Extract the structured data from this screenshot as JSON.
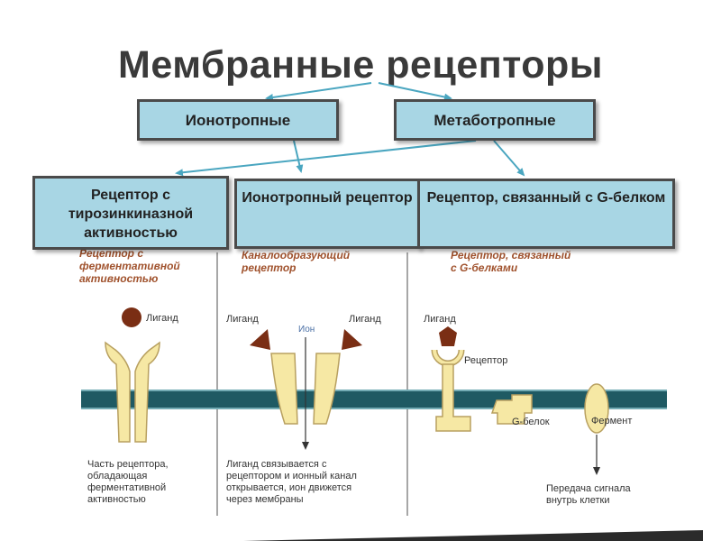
{
  "title": "Мембранные рецепторы",
  "top_boxes": [
    {
      "label": "Ионотропные"
    },
    {
      "label": "Метаботропные"
    }
  ],
  "bottom_boxes": [
    {
      "label": "Рецептор с тирозинкиназной активностью"
    },
    {
      "label": "Ионотропный рецептор"
    },
    {
      "label": "Рецептор, связанный с G-белком"
    }
  ],
  "figure": {
    "panel1": {
      "heading": [
        "Рецептор с",
        "ферментативной",
        "активностью"
      ],
      "ligand": "Лиганд",
      "caption": [
        "Часть рецептора,",
        "обладающая",
        "ферментативной",
        "активностью"
      ]
    },
    "panel2": {
      "heading": [
        "Каналообразующий",
        "рецептор"
      ],
      "ligand_left": "Лиганд",
      "ligand_right": "Лиганд",
      "ion": "Ион",
      "caption": [
        "Лиганд связывается с",
        "рецептором и ионный канал",
        "открывается, ион движется",
        "через мембраны"
      ]
    },
    "panel3": {
      "heading": [
        "Рецептор, связанный",
        "с G-белками"
      ],
      "ligand": "Лиганд",
      "receptor": "Рецептор",
      "g_protein": "G-белок",
      "enzyme": "Фермент",
      "caption": [
        "Передача сигнала",
        "внутрь клетки"
      ]
    }
  },
  "colors": {
    "box_fill": "#a8d6e4",
    "arrow": "#4aa6c0",
    "heading_brown": "#a0522d",
    "membrane": "#1f5a63",
    "protein": "#f6e8a4",
    "ligand": "#7a2e14"
  }
}
